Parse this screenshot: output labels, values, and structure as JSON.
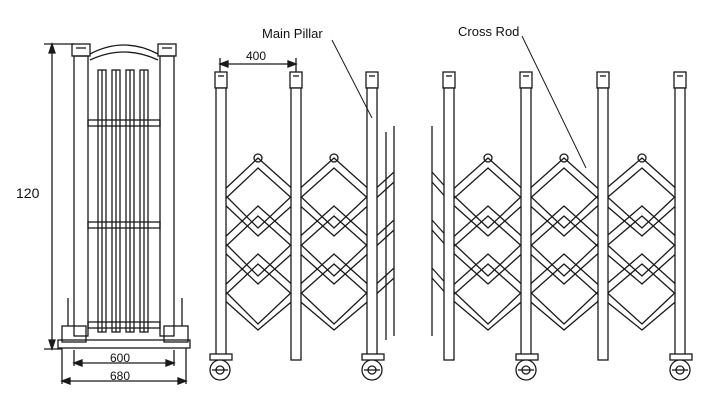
{
  "labels": {
    "main_pillar": "Main Pillar",
    "cross_rod": "Cross Rod"
  },
  "dimensions": {
    "height": "120",
    "inner_width": "600",
    "outer_width": "680",
    "pillar_spacing": "400"
  },
  "colors": {
    "line": "#1a1a1a",
    "background": "#ffffff"
  }
}
